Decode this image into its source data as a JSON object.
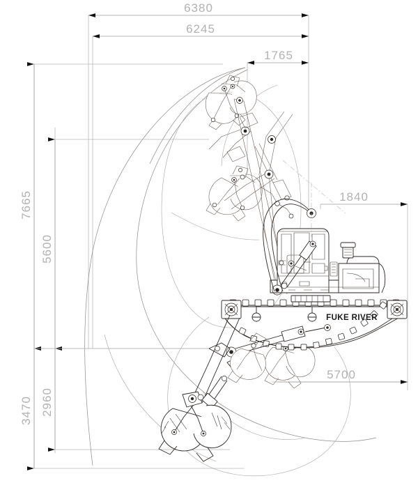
{
  "drawing": {
    "title": "Amphibious excavator working range diagram",
    "brand_label": "FUKE RIVER",
    "units": "mm",
    "view": "side elevation"
  },
  "dimensions": {
    "horizontal": [
      {
        "id": "max-reach-total",
        "value": "6380",
        "orientation": "horizontal",
        "position": "top"
      },
      {
        "id": "max-digging-reach",
        "value": "6245",
        "orientation": "horizontal",
        "position": "top"
      },
      {
        "id": "front-swing-offset",
        "value": "1765",
        "orientation": "horizontal",
        "position": "top"
      },
      {
        "id": "tail-swing-radius",
        "value": "1840",
        "orientation": "horizontal",
        "position": "upper-right"
      },
      {
        "id": "undercarriage-length",
        "value": "5700",
        "orientation": "horizontal",
        "position": "lower-right"
      }
    ],
    "vertical": [
      {
        "id": "max-lift-height",
        "value": "7665",
        "orientation": "vertical",
        "position": "far-left"
      },
      {
        "id": "max-dump-height",
        "value": "5600",
        "orientation": "vertical",
        "position": "left-inner"
      },
      {
        "id": "max-digging-depth",
        "value": "3470",
        "orientation": "vertical",
        "position": "far-left-lower"
      },
      {
        "id": "max-reach-depth",
        "value": "2960",
        "orientation": "vertical",
        "position": "left-inner-lower"
      }
    ]
  },
  "machine": {
    "components": [
      "clamshell-grapple-bucket",
      "stick",
      "boom",
      "boom-cylinder",
      "stick-cylinder",
      "bucket-cylinder",
      "operator-cab",
      "engine-housing",
      "exhaust-stack",
      "pontoon-undercarriage",
      "track-cleats",
      "drive-sprocket",
      "idler-wheel"
    ],
    "attachment_positions": [
      "maximum-lift-height",
      "maximum-dump-height",
      "ground-level-reach",
      "maximum-digging-depth",
      "maximum-reach-depth"
    ]
  },
  "colors": {
    "outline": "#2b2623",
    "dimension_text": "#b2b2b2",
    "dimension_line": "#9b9b9b",
    "envelope_arc": "#8e8a86",
    "background": "#ffffff"
  }
}
